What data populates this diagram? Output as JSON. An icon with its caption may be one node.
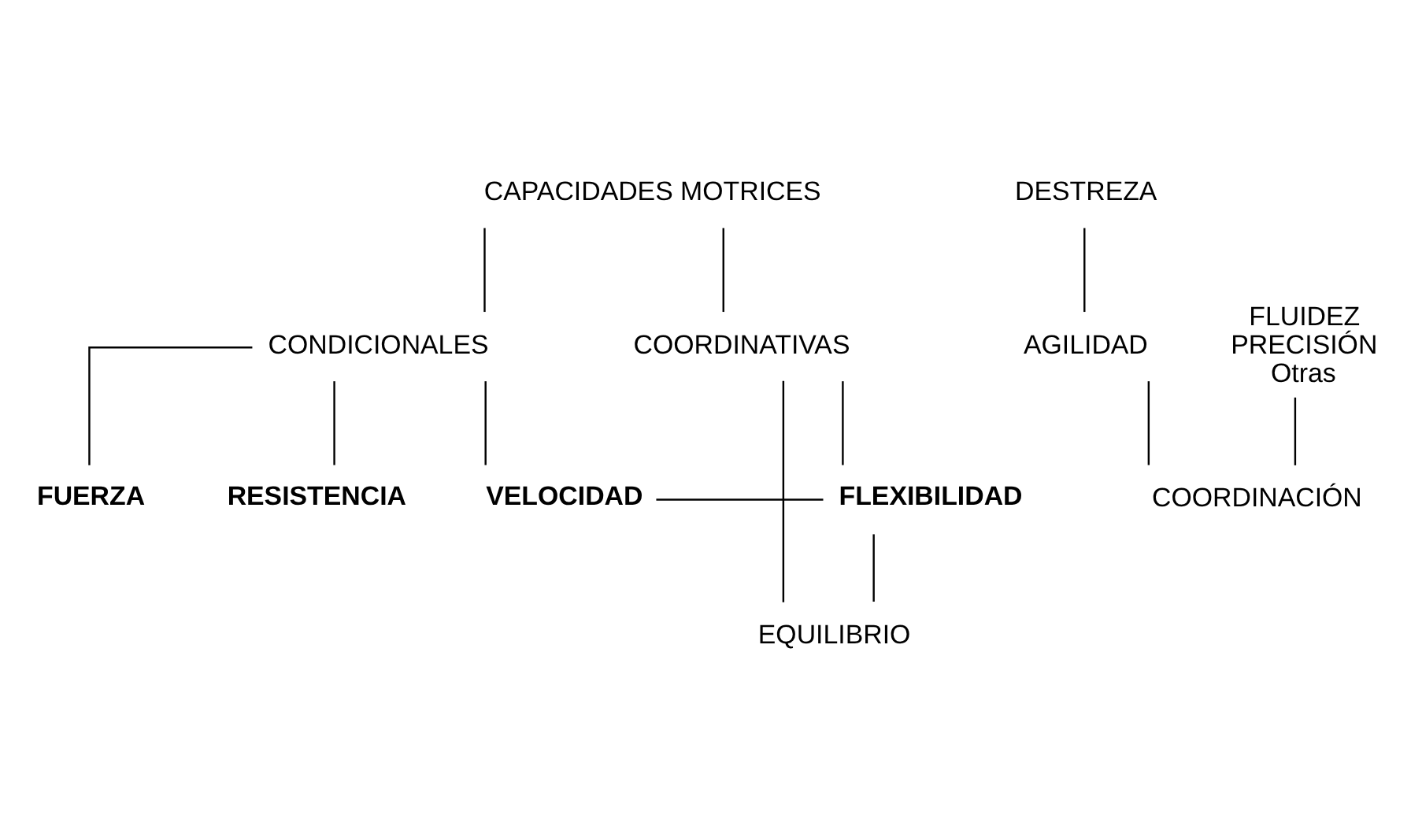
{
  "diagram": {
    "nodes": [
      {
        "text": [
          "CAPACIDADES MOTRICES"
        ]
      },
      {
        "text": [
          "CONDICIONALES"
        ]
      },
      {
        "text": [
          "COORDINATIVAS"
        ]
      },
      {
        "text": [
          "FUERZA"
        ]
      },
      {
        "text": [
          "VELOCIDAD"
        ]
      },
      {
        "text": [
          "FLEXIBILIDAD"
        ]
      },
      {
        "text": [
          "EQUILIBRIO"
        ]
      },
      {
        "text": [
          "RESISTENCIA"
        ]
      },
      {
        "text": [
          "DESTREZA"
        ]
      },
      {
        "text": [
          "FLUIDEZ",
          "PRECISIÓN",
          "Otras"
        ]
      },
      {
        "text": [
          "AGILIDAD"
        ]
      },
      {
        "text": [
          "COORDINACIÓN"
        ]
      }
    ],
    "edges": [
      {
        "from": 0,
        "to": 1,
        "arrow": "none"
      },
      {
        "from": 0,
        "to": 2,
        "arrow": "none"
      },
      {
        "from": 1,
        "to": 3,
        "arrow": "none"
      },
      {
        "from": 1,
        "to": 7,
        "arrow": "none"
      },
      {
        "from": 1,
        "to": 4,
        "arrow": "none"
      },
      {
        "from": 2,
        "to": 5,
        "arrow": "none"
      },
      {
        "from": 2,
        "to": 6,
        "arrow": "none"
      },
      {
        "from": 4,
        "to": 5,
        "arrow": "none"
      },
      {
        "from": 5,
        "to": 6,
        "arrow": "none"
      },
      {
        "from": 8,
        "to": 10,
        "arrow": "none"
      },
      {
        "from": 9,
        "to": 11,
        "arrow": "none"
      },
      {
        "from": 10,
        "to": 11,
        "arrow": "none"
      }
    ]
  }
}
